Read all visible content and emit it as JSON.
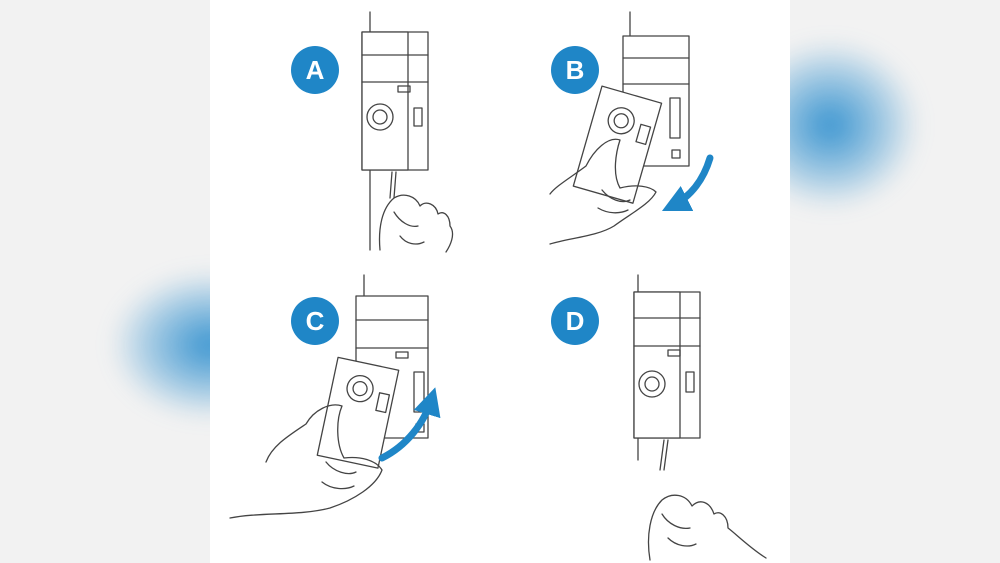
{
  "steps": [
    {
      "label": "A"
    },
    {
      "label": "B"
    },
    {
      "label": "C"
    },
    {
      "label": "D"
    }
  ],
  "colors": {
    "accent": "#1f86c7",
    "line": "#444444",
    "background": "#ffffff",
    "side_background": "#f2f2f2"
  },
  "icons": [
    "doorbell-device-icon",
    "hand-icon",
    "screwdriver-icon",
    "rotation-arrow-icon"
  ]
}
